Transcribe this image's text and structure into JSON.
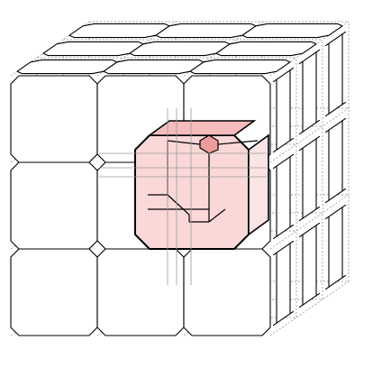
{
  "figure": {
    "caption": "",
    "colors": {
      "background": "#ffffff",
      "outer_stroke": "#000000",
      "hidden_stroke": "#8a8a8a",
      "highlight_fill": "#fad8d8",
      "highlight_face_light": "#fbe4e4",
      "highlight_top_face": "#f4bcbc",
      "highlight_vertex": "#ef9c9c",
      "highlight_stroke": "#000000"
    },
    "structure": {
      "description_tokens": [
        "truncated-cube",
        "3x3x3-stack"
      ],
      "grid": [
        3,
        3,
        3
      ],
      "highlighted_cell": "center"
    }
  }
}
